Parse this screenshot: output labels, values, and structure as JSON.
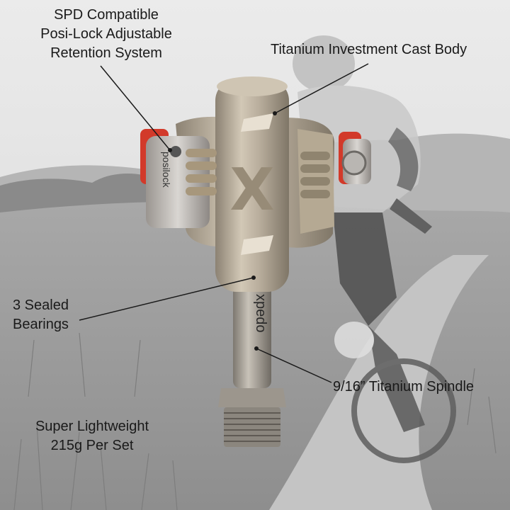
{
  "callouts": {
    "spd": {
      "line1": "SPD Compatible",
      "line2": "Posi-Lock Adjustable",
      "line3": "Retention System"
    },
    "body": {
      "line1": "Titanium Investment Cast Body"
    },
    "bearings": {
      "line1": "3 Sealed",
      "line2": "Bearings"
    },
    "spindle": {
      "line1": "9/16” Titanium Spindle"
    },
    "weight": {
      "line1": "Super Lightweight",
      "line2": "215g Per Set"
    }
  },
  "product": {
    "body_logo": "X",
    "spindle_text": "xpedo",
    "clip_text": "posilock"
  },
  "colors": {
    "text": "#1a1a1a",
    "titanium": "#b8ad9c",
    "titanium_dark": "#8c8273",
    "spindle": "#a9a39a",
    "accent_red": "#d23a2a",
    "sky": "#e6e6e6",
    "grass": "#9a9a9a"
  }
}
